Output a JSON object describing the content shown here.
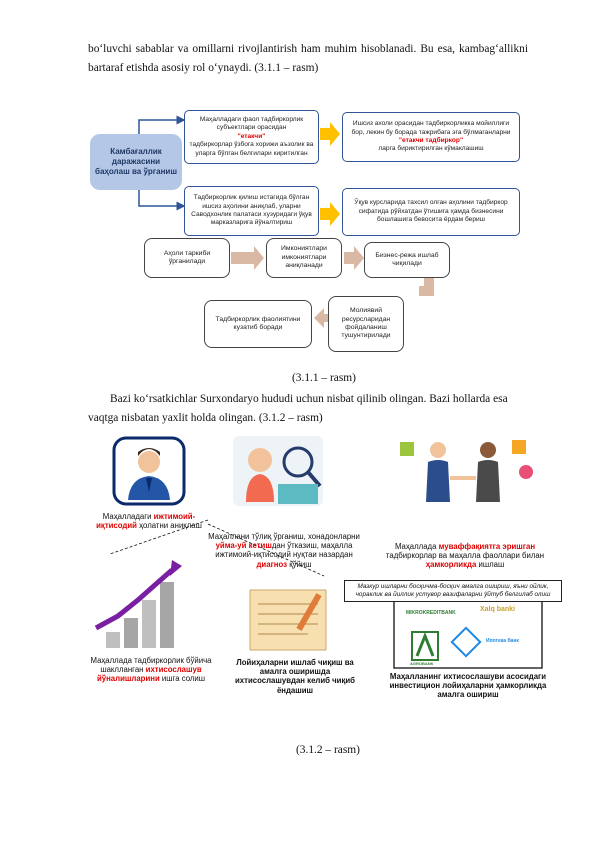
{
  "intro_text": "bo‘luvchi sabablar va omillarni rivojlantirish ham muhim hisoblanadi. Bu esa, kambag‘allikni bartaraf etishda asosiy rol o‘ynaydi. (3.1.1 – rasm)",
  "figure1": {
    "left_box": "Камбағаллик даражасини баҳолаш ва ўрганиш",
    "box_top_1": "Маҳалладаги фаол тадбиркорлик субъектлари орасидан",
    "box_top_2": "тадбиркорлар ўзбога хорижи аъзолик ва уларга бўлган белгилари киритилган",
    "box_top_red": "\"етакчи\"",
    "box_right_top_1": "Ишсиз ахоли орасидан тадбиркорликка мойиллиги бор, лекин бу борада тажрибага эга бўлмаганларни",
    "box_right_top_red": "\"етакчи тадбиркор\"",
    "box_right_top_2": "ларга бириктирилган кўмаклашиш",
    "box_mid_left": "Тадбиркорлик қилиш истагида бўлган ишсиз аҳолини аниқлаб, уларни Саводхонлик палатаси хузуридаги ўқув марказларига йўналтириш",
    "box_mid_right": "Ўқув курсларида тахсил олган аҳолини тадбиркор сифатида рўйхатдан ўтишига ҳамда бизнесини бошлашига бевосита ёрдам бериш",
    "step_1": "Аҳоли таркиби ўрганилади",
    "step_2": "Имкониятлари имкониятлари аниқланади",
    "step_3": "Бизнес-режа ишлаб чиқилади",
    "step_4": "Молиявий ресурсларидан фойдаланиш тушунтирилади",
    "step_5": "Тадбиркорлик фаолиятини кузатиб боради",
    "caption": "(3.1.1 – rasm)"
  },
  "middle_text": "Bazi ko‘rsatkichlar Surxondaryo hududi uchun nisbat qilinib olingan. Bazi hollarda esa vaqtga nisbatan yaxlit holda olingan. (3.1.2 – rasm)",
  "figure2": {
    "panel1_a": "Маҳалладаги ",
    "panel1_hl": "ижтимоий-иқтисодий",
    "panel1_b": " ҳолатни аниқлаш",
    "panel2_a": "Маҳаллани тўлиқ ўрганиш, хонадонларни ",
    "panel2_hl1": "уйма-уй кетиш",
    "panel2_b": "дан ўтказиш, маҳалла ижтимоий-иқтисодий нуқтаи назардан ",
    "panel2_hl2": "диагноз",
    "panel2_c": " қўйиш",
    "panel3_a": "Маҳаллада ",
    "panel3_hl1": "муваффақиятга эришган",
    "panel3_b": " тадбиркорлар ва маҳалла фаоллари билан ",
    "panel3_hl2": "ҳамкорликда",
    "panel3_c": " ишлаш",
    "boxed_note": "Мазкур ишларни босқичма-босқич амалга ошириш, яъни ойлик, чораклик ва йиллик устувор вазифаларни ўйтуб белгилаб олиш",
    "panel4_a": "Маҳаллада тадбиркорлик бўйича шаклланган ",
    "panel4_hl": "ихтисослашув йўналишларини",
    "panel4_b": " ишга солиш",
    "panel5": "Лойиҳаларни ишлаб чиқиш ва амалга оширишда ихтисослашувдан келиб чиқиб ёндашиш",
    "panel6": "Маҳалланинг ихтисослашуви асосидаги инвестицион лойиҳаларни ҳамкорликда амалга ошириш",
    "bank1": "MIKROKREDITBANK",
    "bank2": "Xalq banki",
    "bank3": "AGROBANK",
    "bank4": "Ипотека банк",
    "caption": "(3.1.2 – rasm)"
  }
}
